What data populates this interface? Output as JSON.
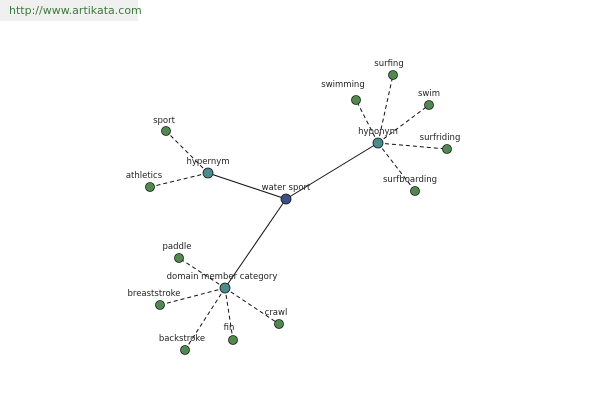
{
  "header": {
    "url": "http://www.artikata.com"
  },
  "colors": {
    "center": "#3c4f8a",
    "relation": "#4a8c8c",
    "leaf": "#4f8a4f",
    "edge": "#111111"
  },
  "graph": {
    "nodes": [
      {
        "id": "water-sport",
        "label": "water sport",
        "kind": "center"
      },
      {
        "id": "hypernym",
        "label": "hypernym",
        "kind": "relation"
      },
      {
        "id": "hyponym",
        "label": "hyponym",
        "kind": "relation"
      },
      {
        "id": "domain-member-category",
        "label": "domain member category",
        "kind": "relation"
      },
      {
        "id": "sport",
        "label": "sport",
        "kind": "leaf"
      },
      {
        "id": "athletics",
        "label": "athletics",
        "kind": "leaf"
      },
      {
        "id": "swimming",
        "label": "swimming",
        "kind": "leaf"
      },
      {
        "id": "surfing",
        "label": "surfing",
        "kind": "leaf"
      },
      {
        "id": "swim",
        "label": "swim",
        "kind": "leaf"
      },
      {
        "id": "surfriding",
        "label": "surfriding",
        "kind": "leaf"
      },
      {
        "id": "surfboarding",
        "label": "surfboarding",
        "kind": "leaf"
      },
      {
        "id": "paddle",
        "label": "paddle",
        "kind": "leaf"
      },
      {
        "id": "breaststroke",
        "label": "breaststroke",
        "kind": "leaf"
      },
      {
        "id": "backstroke",
        "label": "backstroke",
        "kind": "leaf"
      },
      {
        "id": "fin",
        "label": "fin",
        "kind": "leaf"
      },
      {
        "id": "crawl",
        "label": "crawl",
        "kind": "leaf"
      }
    ],
    "edges": [
      {
        "from": "water-sport",
        "to": "hypernym",
        "style": "solid"
      },
      {
        "from": "water-sport",
        "to": "hyponym",
        "style": "solid"
      },
      {
        "from": "water-sport",
        "to": "domain-member-category",
        "style": "solid"
      },
      {
        "from": "hypernym",
        "to": "sport",
        "style": "dashed"
      },
      {
        "from": "hypernym",
        "to": "athletics",
        "style": "dashed"
      },
      {
        "from": "hyponym",
        "to": "swimming",
        "style": "dashed"
      },
      {
        "from": "hyponym",
        "to": "surfing",
        "style": "dashed"
      },
      {
        "from": "hyponym",
        "to": "swim",
        "style": "dashed"
      },
      {
        "from": "hyponym",
        "to": "surfriding",
        "style": "dashed"
      },
      {
        "from": "hyponym",
        "to": "surfboarding",
        "style": "dashed"
      },
      {
        "from": "domain-member-category",
        "to": "paddle",
        "style": "dashed"
      },
      {
        "from": "domain-member-category",
        "to": "breaststroke",
        "style": "dashed"
      },
      {
        "from": "domain-member-category",
        "to": "backstroke",
        "style": "dashed"
      },
      {
        "from": "domain-member-category",
        "to": "fin",
        "style": "dashed"
      },
      {
        "from": "domain-member-category",
        "to": "crawl",
        "style": "dashed"
      }
    ]
  }
}
